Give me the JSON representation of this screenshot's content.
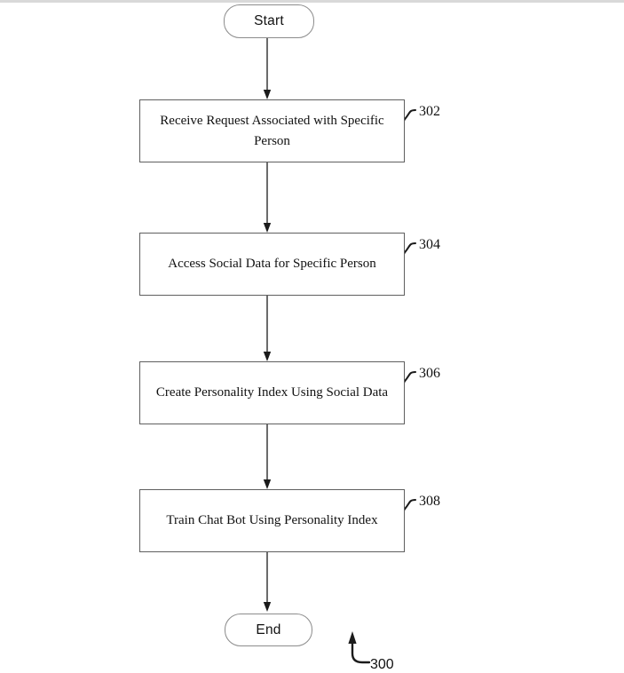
{
  "flowchart": {
    "start_label": "Start",
    "end_label": "End",
    "steps": [
      {
        "label": "Receive Request Associated with Specific Person",
        "ref": "302"
      },
      {
        "label": "Access Social Data for Specific Person",
        "ref": "304"
      },
      {
        "label": "Create Personality Index Using Social Data",
        "ref": "306"
      },
      {
        "label": "Train Chat Bot Using Personality Index",
        "ref": "308"
      }
    ],
    "figure_ref": "300"
  },
  "colors": {
    "box_border": "#5f5f5f",
    "terminal_border": "#8c8c8c",
    "line": "#1b1b1b",
    "text": "#111111",
    "top_band": "#d9d9d9"
  }
}
